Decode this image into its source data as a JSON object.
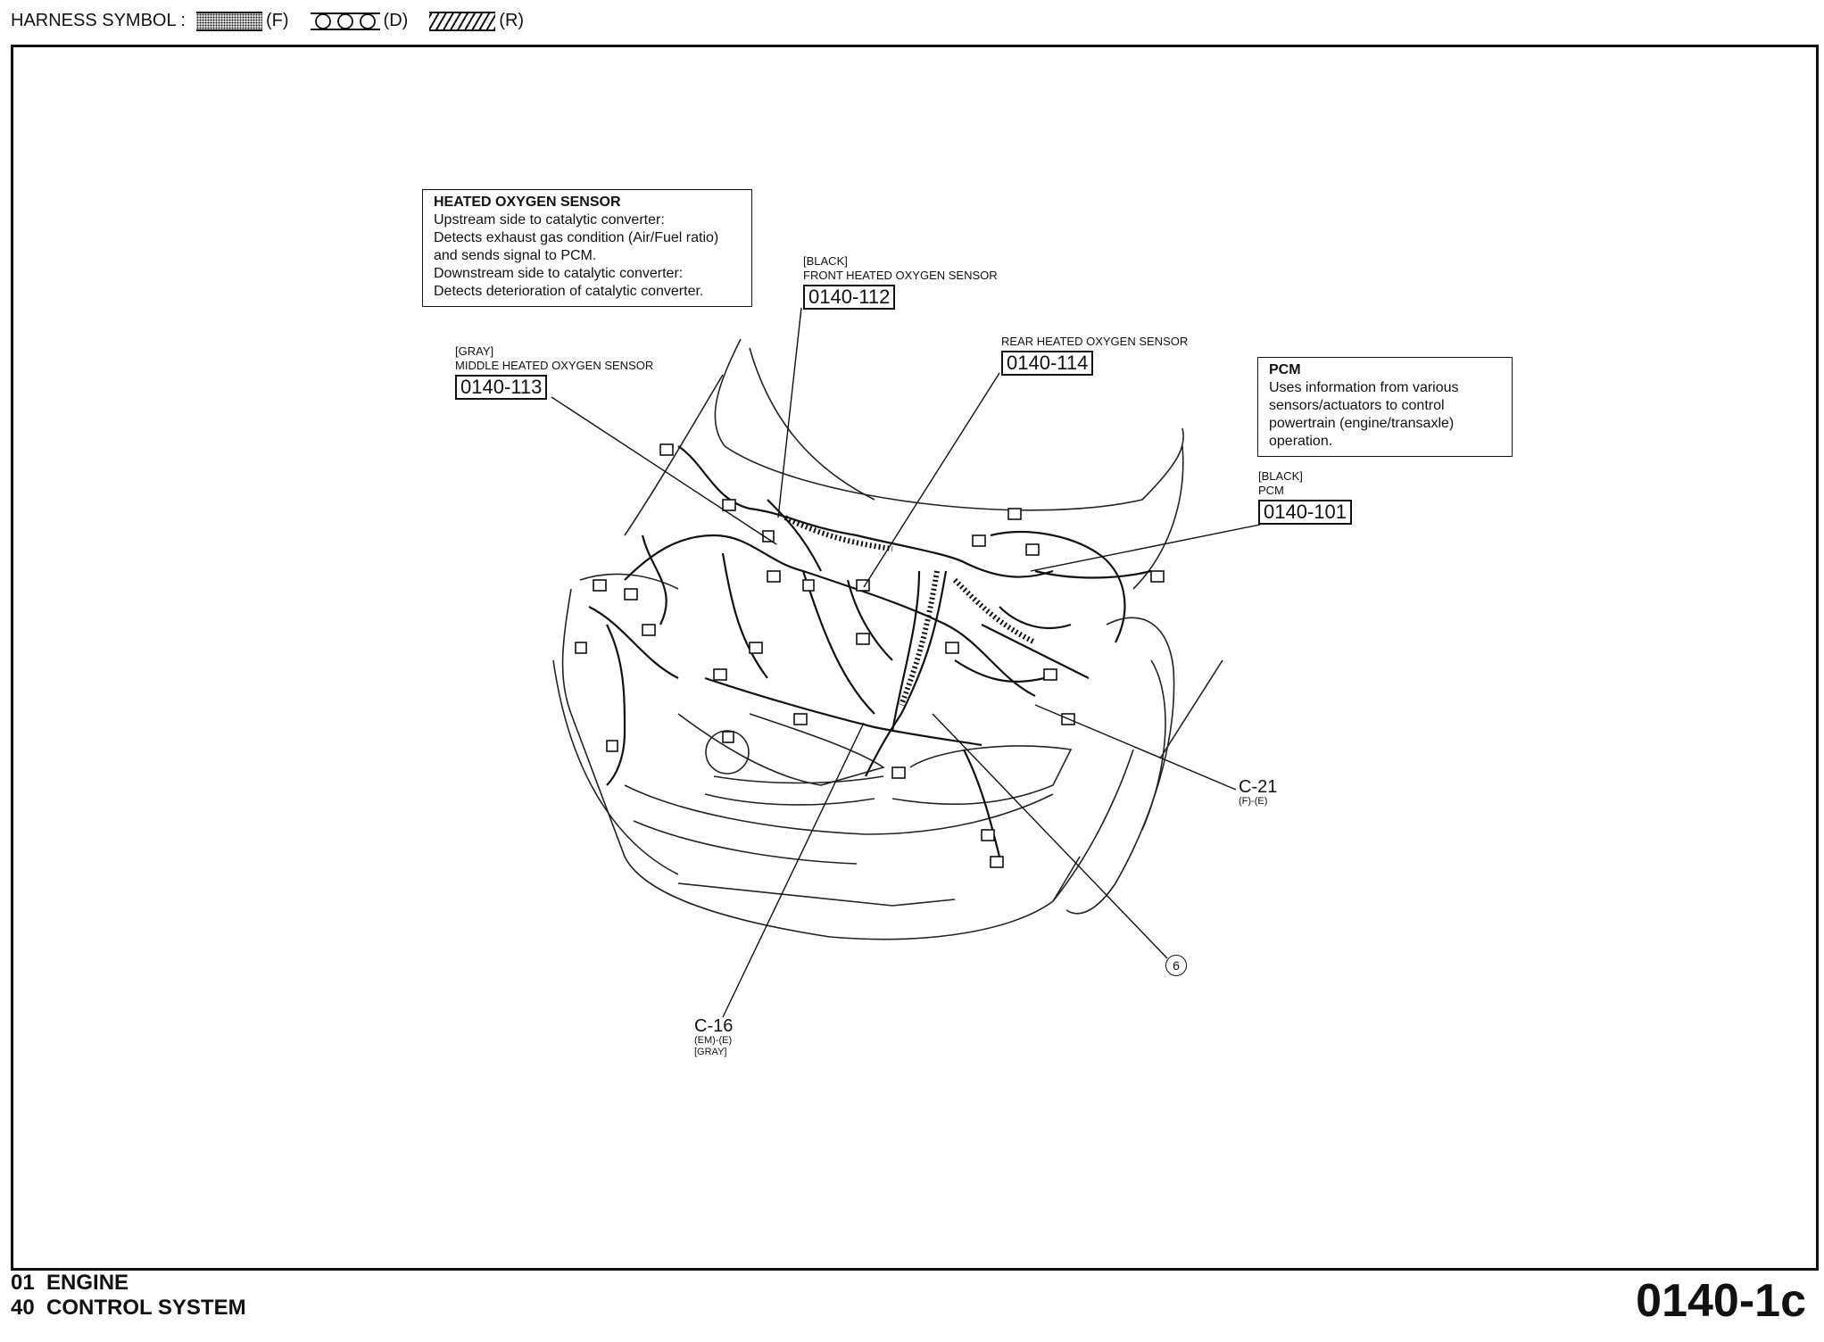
{
  "harness_legend": {
    "label": "HARNESS SYMBOL :",
    "symbols": [
      {
        "letter": "(F)",
        "pattern": "dotted"
      },
      {
        "letter": "(D)",
        "pattern": "circles"
      },
      {
        "letter": "(R)",
        "pattern": "hatched"
      }
    ]
  },
  "callouts": {
    "heated_oxygen_sensor": {
      "title": "HEATED OXYGEN SENSOR",
      "lines": [
        "Upstream side to catalytic converter:",
        "Detects exhaust gas condition (Air/Fuel ratio)",
        "and sends signal to PCM.",
        "Downstream side to catalytic converter:",
        "Detects deterioration of catalytic converter."
      ]
    },
    "pcm": {
      "title": "PCM",
      "lines": [
        "Uses information from various",
        "sensors/actuators to control",
        "powertrain (engine/transaxle)",
        "operation."
      ]
    }
  },
  "components": {
    "front_ho2s": {
      "color": "[BLACK]",
      "name": "FRONT HEATED OXYGEN SENSOR",
      "code": "0140-112"
    },
    "middle_ho2s": {
      "color": "[GRAY]",
      "name": "MIDDLE HEATED OXYGEN SENSOR",
      "code": "0140-113"
    },
    "rear_ho2s": {
      "name": "REAR HEATED OXYGEN SENSOR",
      "code": "0140-114"
    },
    "pcm": {
      "color": "[BLACK]",
      "name": "PCM",
      "code": "0140-101"
    }
  },
  "connectors": {
    "c21": {
      "id": "C-21",
      "harness": "(F)-(E)"
    },
    "c16": {
      "id": "C-16",
      "harness": "(EM)-(E)",
      "color": "[GRAY]"
    },
    "ground": {
      "id": "6"
    }
  },
  "footer": {
    "section_line1": "01  ENGINE",
    "section_line2": "40  CONTROL SYSTEM",
    "page_code": "0140-1c"
  }
}
